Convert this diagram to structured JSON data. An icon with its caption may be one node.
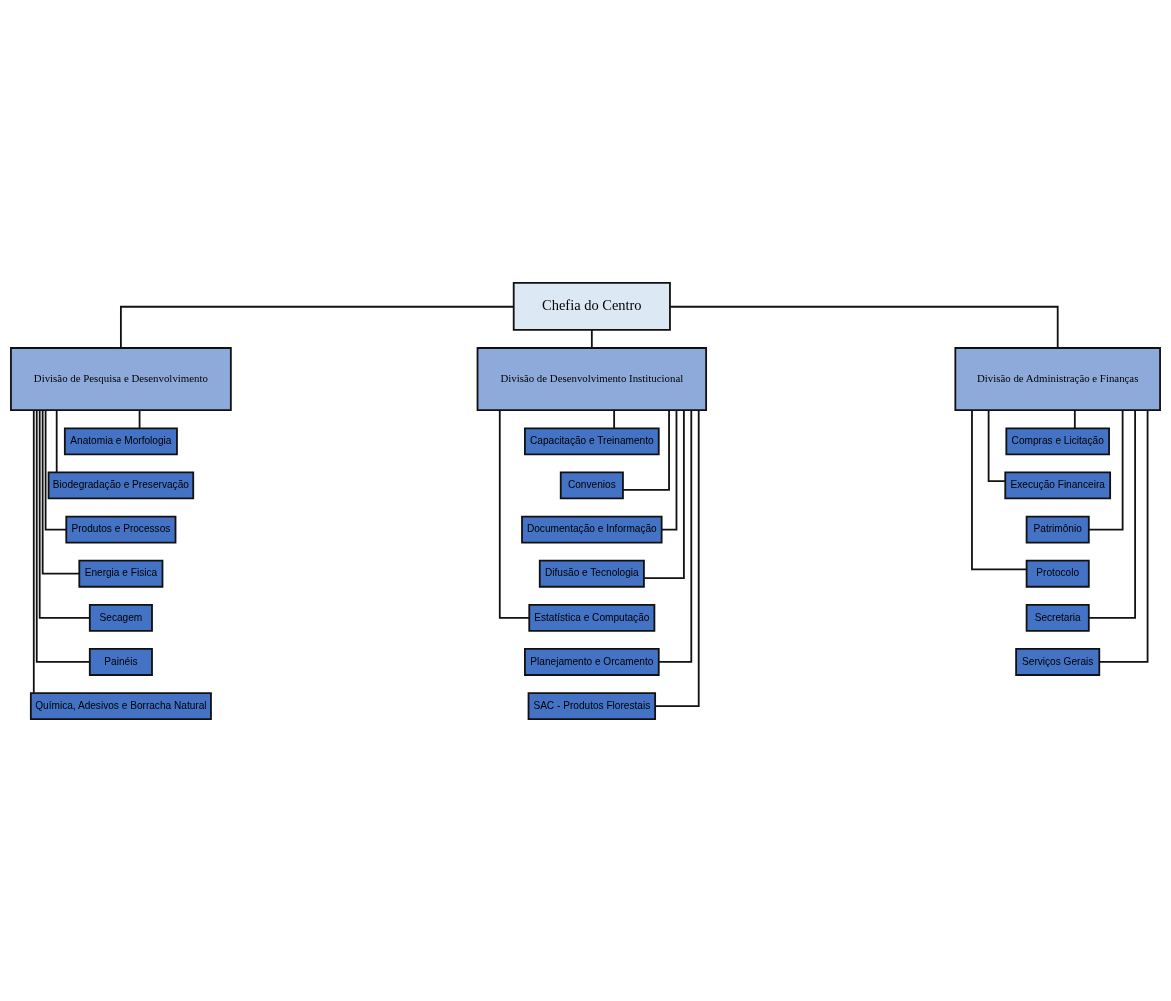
{
  "diagram": {
    "nodes": [
      {
        "text": [
          "Chefia do Centro"
        ]
      },
      {
        "text": [
          "Divisão de Pesquisa e Desenvolvimento"
        ]
      },
      {
        "text": [
          "Divisão de Desenvolvimento Institucional"
        ]
      },
      {
        "text": [
          "Divisão de Administração e Finanças"
        ]
      },
      {
        "text": [
          "Anatomia e Morfologia"
        ]
      },
      {
        "text": [
          "Biodegradação e Preservação"
        ]
      },
      {
        "text": [
          "Produtos e Processos"
        ]
      },
      {
        "text": [
          "Energia e Fisica"
        ]
      },
      {
        "text": [
          "Secagem"
        ]
      },
      {
        "text": [
          "Painéis"
        ]
      },
      {
        "text": [
          "Química, Adesivos e Borracha Natural"
        ]
      },
      {
        "text": [
          "Capacitação e Treinamento"
        ]
      },
      {
        "text": [
          "Convenios"
        ]
      },
      {
        "text": [
          "Documentação e Informação"
        ]
      },
      {
        "text": [
          "Difusão e Tecnologia"
        ]
      },
      {
        "text": [
          "Estatística e Computação"
        ]
      },
      {
        "text": [
          "Planejamento e Orcamento"
        ]
      },
      {
        "text": [
          "SAC - Produtos Florestais"
        ]
      },
      {
        "text": [
          "Compras e Licitação"
        ]
      },
      {
        "text": [
          "Execução Financeira"
        ]
      },
      {
        "text": [
          "Patrimônio"
        ]
      },
      {
        "text": [
          "Protocolo"
        ]
      },
      {
        "text": [
          "Secretaria"
        ]
      },
      {
        "text": [
          "Serviços Gerais"
        ]
      }
    ],
    "edges": [
      {
        "from": 0,
        "to": 1,
        "arrow": "none"
      },
      {
        "from": 0,
        "to": 2,
        "arrow": "none"
      },
      {
        "from": 0,
        "to": 3,
        "arrow": "none"
      },
      {
        "from": 1,
        "to": 4,
        "arrow": "none"
      },
      {
        "from": 1,
        "to": 5,
        "arrow": "none"
      },
      {
        "from": 1,
        "to": 6,
        "arrow": "none"
      },
      {
        "from": 1,
        "to": 7,
        "arrow": "none"
      },
      {
        "from": 1,
        "to": 8,
        "arrow": "none"
      },
      {
        "from": 1,
        "to": 9,
        "arrow": "none"
      },
      {
        "from": 1,
        "to": 10,
        "arrow": "none"
      },
      {
        "from": 2,
        "to": 11,
        "arrow": "none"
      },
      {
        "from": 2,
        "to": 12,
        "arrow": "none"
      },
      {
        "from": 2,
        "to": 13,
        "arrow": "none"
      },
      {
        "from": 2,
        "to": 14,
        "arrow": "none"
      },
      {
        "from": 2,
        "to": 15,
        "arrow": "none"
      },
      {
        "from": 2,
        "to": 16,
        "arrow": "none"
      },
      {
        "from": 2,
        "to": 17,
        "arrow": "none"
      },
      {
        "from": 3,
        "to": 18,
        "arrow": "none"
      },
      {
        "from": 3,
        "to": 19,
        "arrow": "none"
      },
      {
        "from": 3,
        "to": 20,
        "arrow": "none"
      },
      {
        "from": 3,
        "to": 21,
        "arrow": "none"
      },
      {
        "from": 3,
        "to": 22,
        "arrow": "none"
      },
      {
        "from": 3,
        "to": 23,
        "arrow": "none"
      }
    ]
  }
}
